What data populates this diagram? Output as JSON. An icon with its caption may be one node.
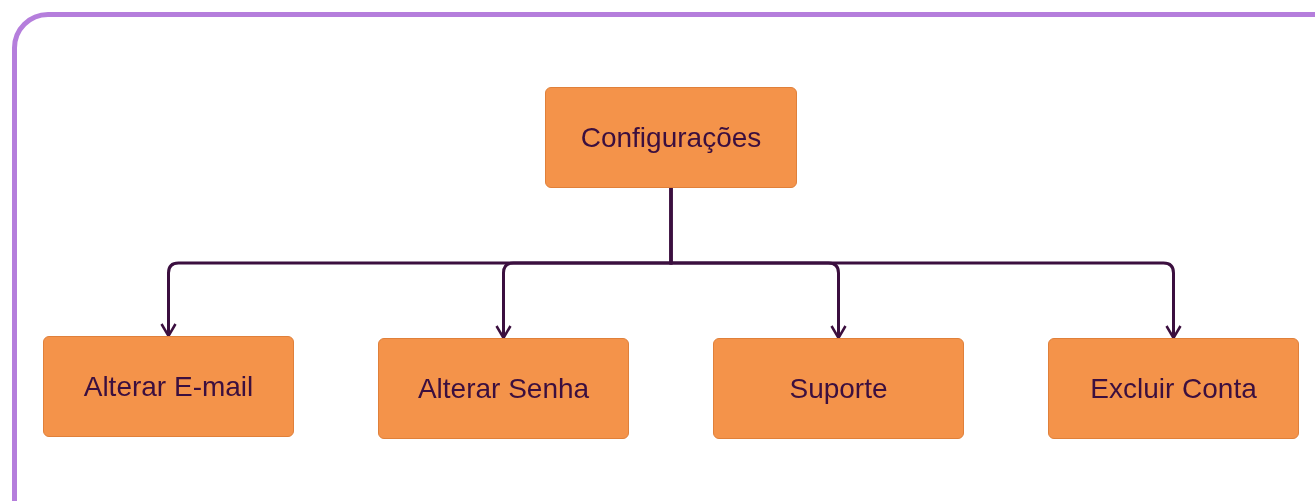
{
  "diagram": {
    "nodes": [
      {
        "text": [
          "Configurações"
        ]
      },
      {
        "text": [
          "Alterar E-mail"
        ]
      },
      {
        "text": [
          "Alterar Senha"
        ]
      },
      {
        "text": [
          "Suporte"
        ]
      },
      {
        "text": [
          "Excluir Conta"
        ]
      }
    ],
    "edges": [
      {
        "from": 0,
        "to": 1,
        "arrow": "to"
      },
      {
        "from": 0,
        "to": 2,
        "arrow": "to"
      },
      {
        "from": 0,
        "to": 3,
        "arrow": "to"
      },
      {
        "from": 0,
        "to": 4,
        "arrow": "to"
      }
    ]
  }
}
